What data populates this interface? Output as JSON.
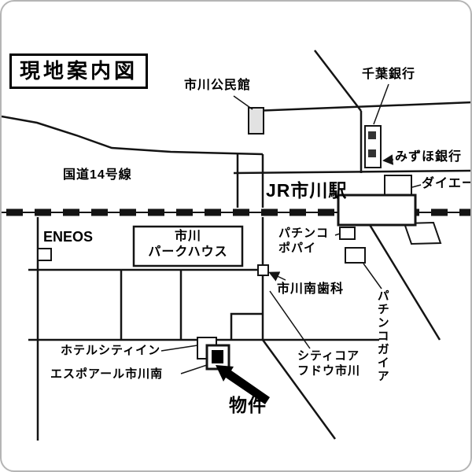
{
  "map": {
    "title": "現地案内図",
    "colors": {
      "line": "#141414",
      "background": "#ffffff",
      "property_arrow": "#000000"
    },
    "labels": {
      "community_center": "市川公民館",
      "chiba_bank": "千葉銀行",
      "mizuho_bank": "みずほ銀行",
      "route14": "国道14号線",
      "station": "JR市川駅",
      "daiei": "ダイエー",
      "eneos": "ENEOS",
      "parkhouse": [
        "市川",
        "パークハウス"
      ],
      "pachinko_popeye": [
        "パチンコ",
        "ポパイ"
      ],
      "dental": "市川南歯科",
      "pachinko_gaia": "パチンコガイア",
      "hotel": "ホテルシティイン",
      "espoir": "エスポアール市川南",
      "citycore": [
        "シティコア",
        "フドウ市川"
      ],
      "property": "物件"
    }
  }
}
